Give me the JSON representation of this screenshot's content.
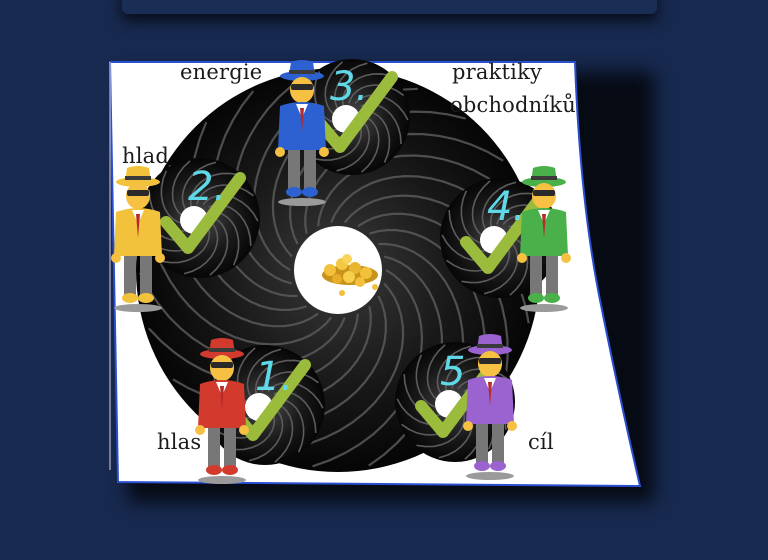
{
  "labels": {
    "energie": "energie",
    "praktiky": "praktiky",
    "obchodniku": "obchodníků",
    "hlad": "hlad",
    "hlas": "hlas",
    "cil": "cíl"
  },
  "markers": {
    "m1": "1.",
    "m2": "2.",
    "m3": "3.",
    "m4": "4.",
    "m5": "5."
  },
  "colors": {
    "background": "#17294f",
    "paper": "#ffffff",
    "paper_edge": "#2a4fd0",
    "lens": "#0c0c0c",
    "number": "#5fd8e8",
    "check": "#9bbb3c",
    "agent_red": "#d23a2e",
    "agent_yellow": "#f3c23c",
    "agent_blue": "#2d61d1",
    "agent_green": "#4ab04a",
    "agent_purple": "#9a63cf"
  },
  "icons": [
    "coins-icon",
    "check-icon",
    "agent-icon",
    "lens-icon"
  ]
}
